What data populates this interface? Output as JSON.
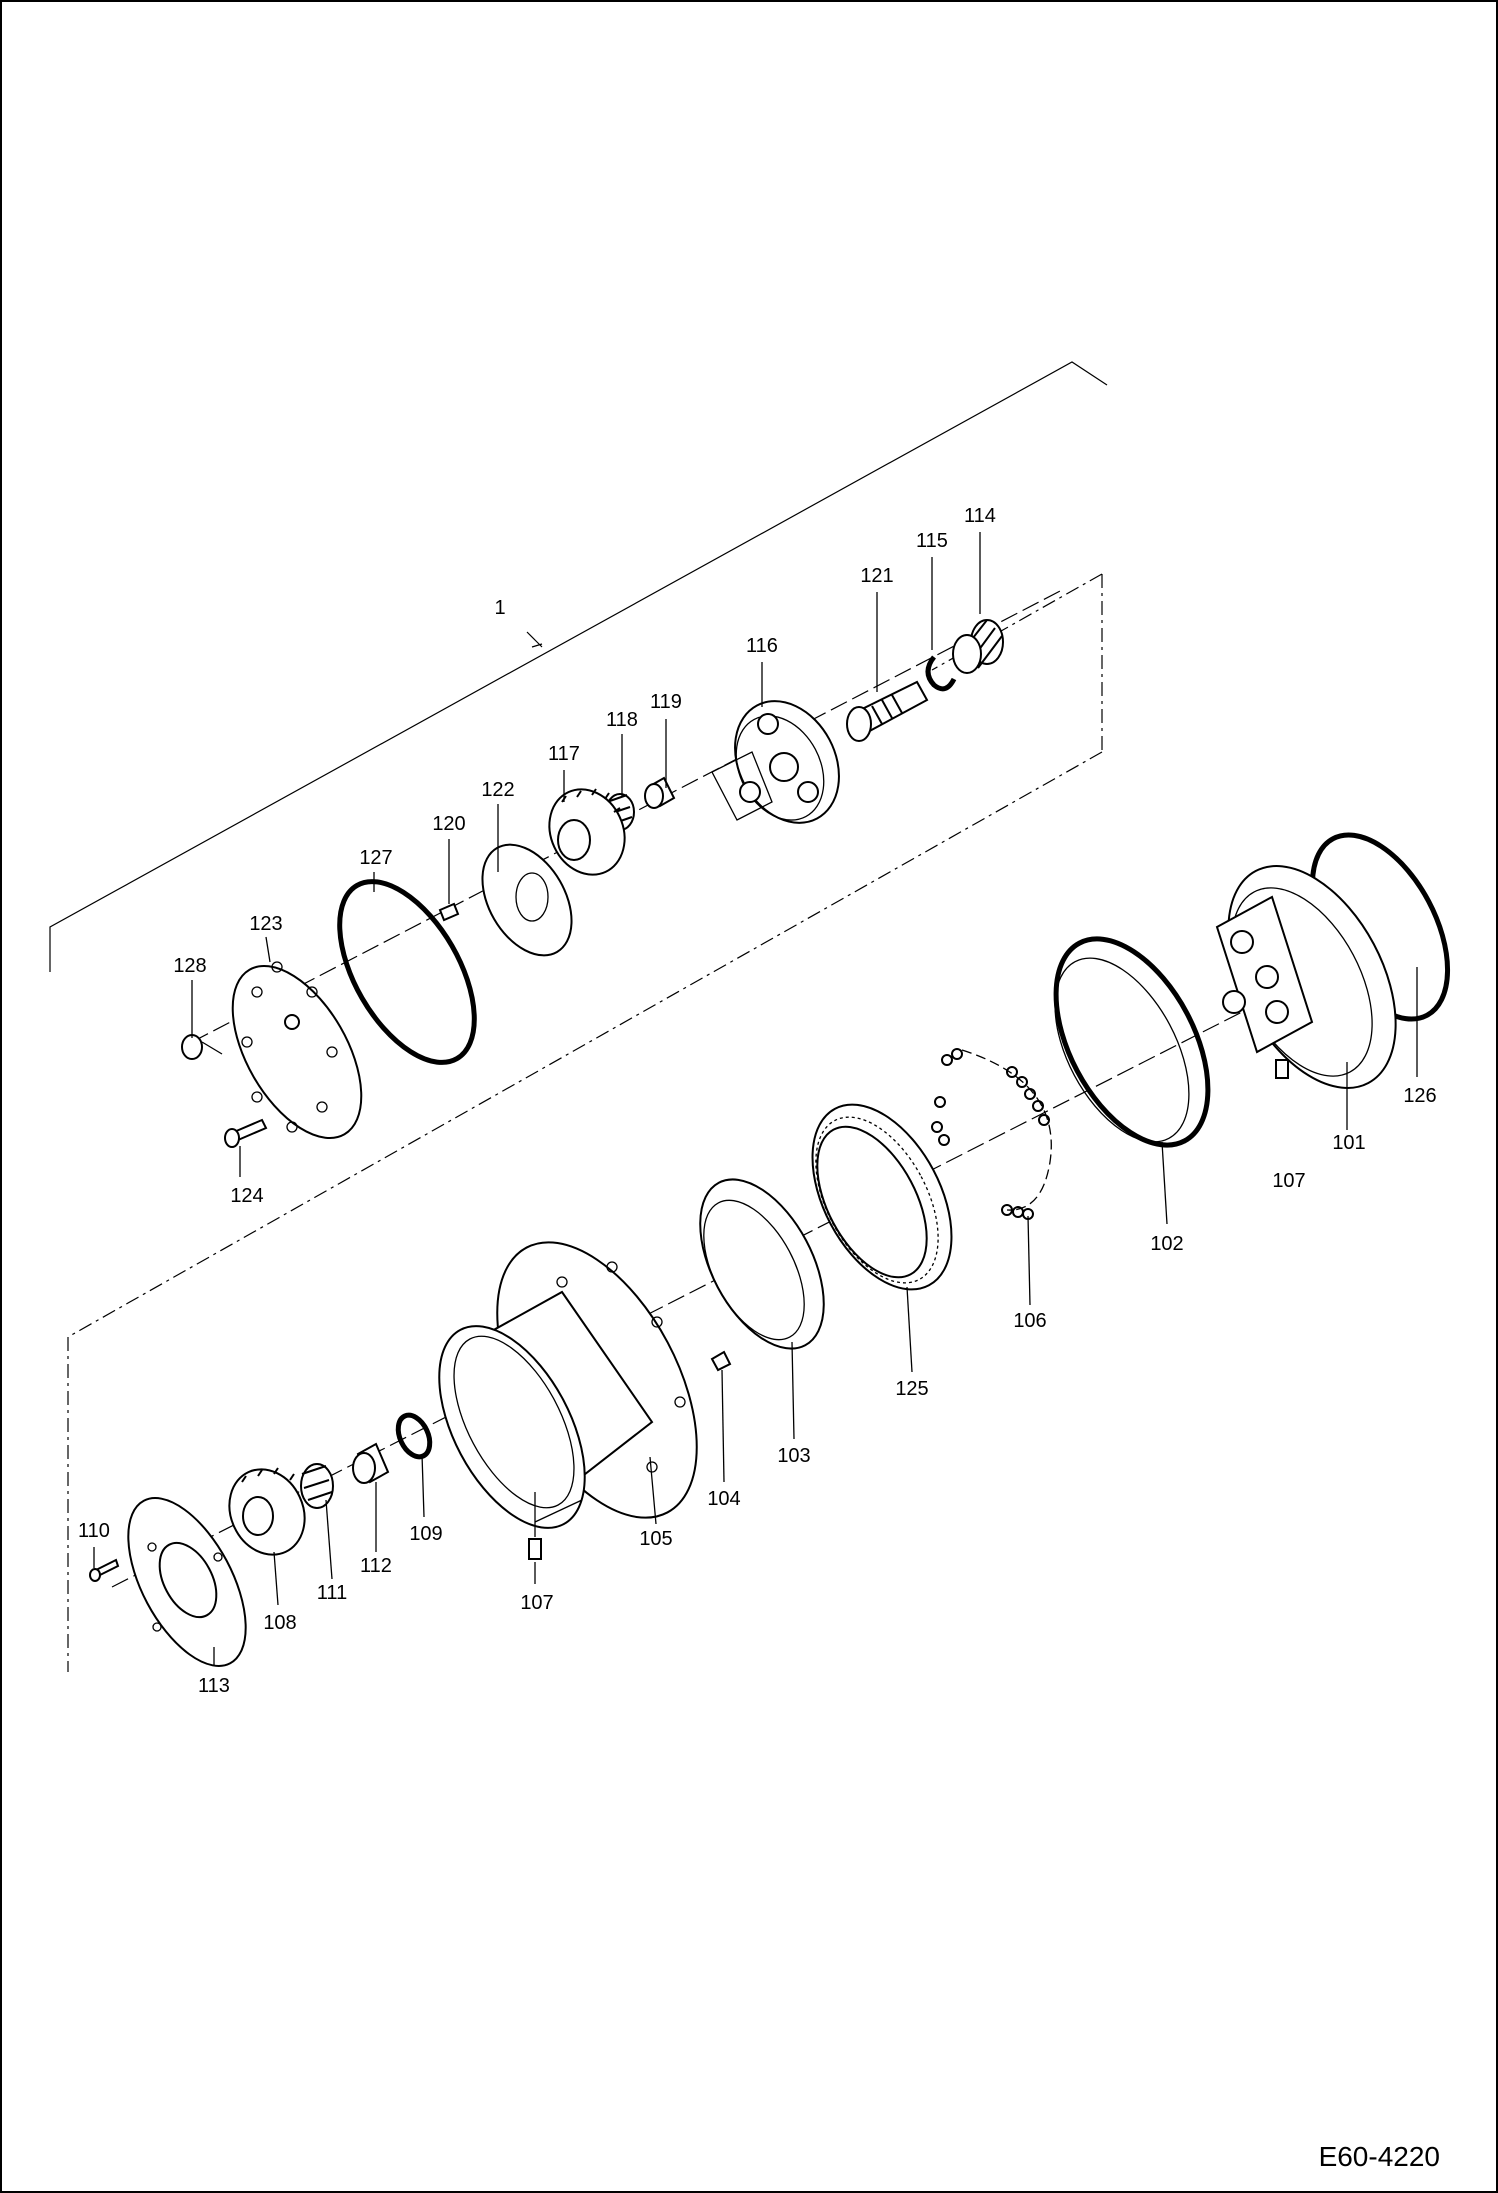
{
  "figure_id": "E60-4220",
  "assembly_label": "1",
  "callouts": {
    "p1": "1",
    "p101": "101",
    "p102": "102",
    "p103": "103",
    "p104": "104",
    "p105": "105",
    "p106": "106",
    "p107a": "107",
    "p107b": "107",
    "p108": "108",
    "p109": "109",
    "p110": "110",
    "p111": "111",
    "p112": "112",
    "p113": "113",
    "p114": "114",
    "p115": "115",
    "p116": "116",
    "p117": "117",
    "p118": "118",
    "p119": "119",
    "p120": "120",
    "p121": "121",
    "p122": "122",
    "p123": "123",
    "p124": "124",
    "p125": "125",
    "p126": "126",
    "p127": "127",
    "p128": "128"
  }
}
